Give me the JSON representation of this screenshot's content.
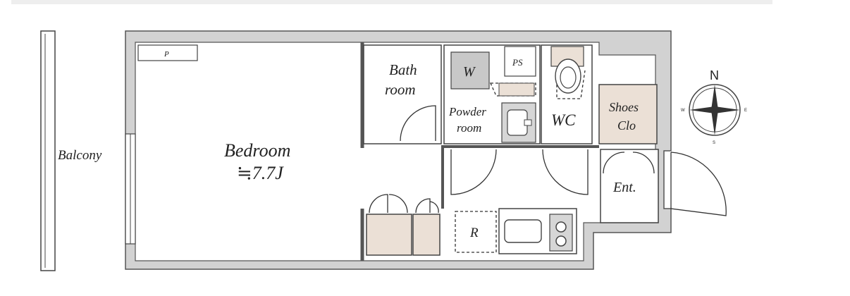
{
  "rooms": {
    "balcony": "Balcony",
    "bedroom": "Bedroom",
    "bedroom_size": "≒7.7J",
    "bath_line1": "Bath",
    "bath_line2": "room",
    "washer": "W",
    "ps": "PS",
    "powder_line1": "Powder",
    "powder_line2": "room",
    "wc": "WC",
    "shoes_line1": "Shoes",
    "shoes_line2": "Clo",
    "entrance": "Ent.",
    "fridge": "R",
    "pipe": "P"
  },
  "compass": {
    "n": "N",
    "w": "W",
    "e": "E",
    "s": "S"
  },
  "colors": {
    "wall": "#d2d2d2",
    "storage": "#ebe0d6",
    "washer": "#c8c8c8"
  }
}
